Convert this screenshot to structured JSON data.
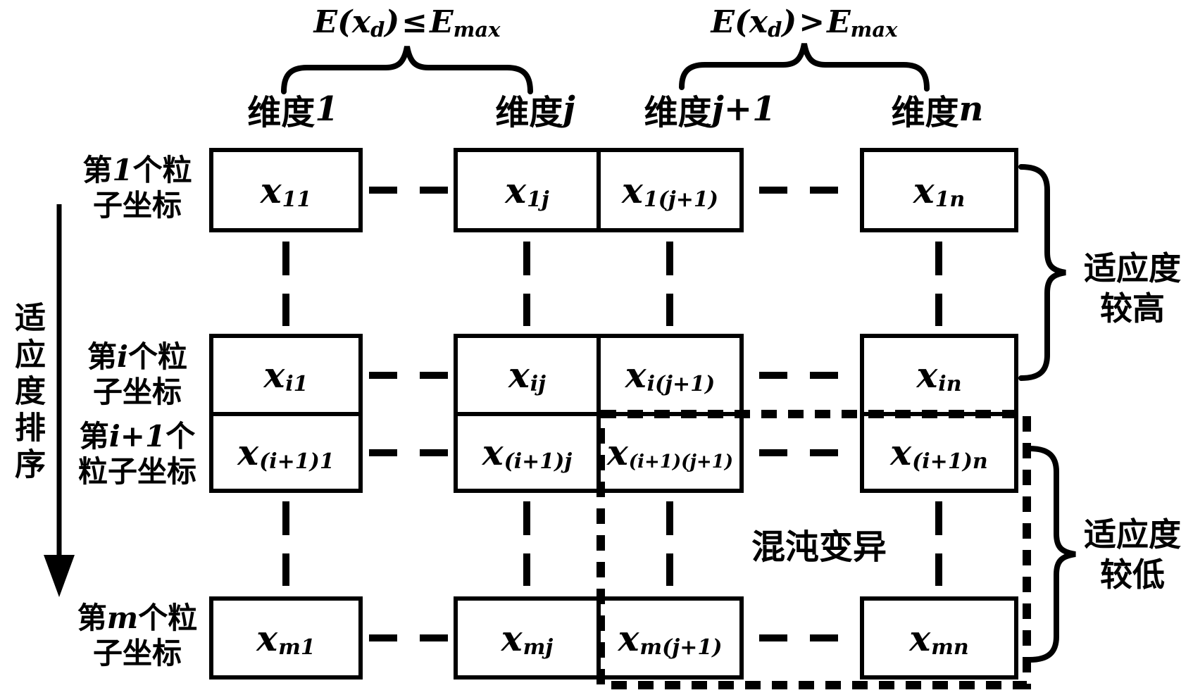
{
  "figure": {
    "background": "#ffffff",
    "ink": "#000000",
    "top_conditions": {
      "left": {
        "lhs": "E(x",
        "lhs_sub": "d",
        "rp": ")",
        "rel": "≤",
        "rhs": "E",
        "rhs_sub": "max"
      },
      "right": {
        "lhs": "E(x",
        "lhs_sub": "d",
        "rp": ")",
        "rel": ">",
        "rhs": "E",
        "rhs_sub": "max"
      }
    },
    "column_headers": [
      {
        "pre": "维度",
        "var": "1"
      },
      {
        "pre": "维度",
        "var": "j"
      },
      {
        "pre": "维度",
        "var": "j+1"
      },
      {
        "pre": "维度",
        "var": "n"
      }
    ],
    "row_labels": [
      {
        "pre": "第",
        "var": "1",
        "post": "个粒",
        "line2": "子坐标"
      },
      {
        "pre": "第",
        "var": "i",
        "post": "个粒",
        "line2": "子坐标"
      },
      {
        "pre": "第",
        "var": "i+1",
        "post": "个",
        "line2": "粒子坐标"
      },
      {
        "pre": "第",
        "var": "m",
        "post": "个粒",
        "line2": "子坐标"
      }
    ],
    "sort_axis_label": "适应度排序",
    "cells": {
      "row1": [
        {
          "base": "x",
          "sub": "11"
        },
        {
          "base": "x",
          "sub": "1j"
        },
        {
          "base": "x",
          "sub": "1(j+1)"
        },
        {
          "base": "x",
          "sub": "1n"
        }
      ],
      "rowi": [
        {
          "base": "x",
          "sub": "i1"
        },
        {
          "base": "x",
          "sub": "ij"
        },
        {
          "base": "x",
          "sub": "i(j+1)"
        },
        {
          "base": "x",
          "sub": "in"
        }
      ],
      "rowi1": [
        {
          "base": "x",
          "sub": "(i+1)1"
        },
        {
          "base": "x",
          "sub": "(i+1)j"
        },
        {
          "base": "x",
          "sub": "(i+1)(j+1)"
        },
        {
          "base": "x",
          "sub": "(i+1)n"
        }
      ],
      "rowm": [
        {
          "base": "x",
          "sub": "m1"
        },
        {
          "base": "x",
          "sub": "mj"
        },
        {
          "base": "x",
          "sub": "m(j+1)"
        },
        {
          "base": "x",
          "sub": "mn"
        }
      ]
    },
    "braces": {
      "fitness_high": {
        "line1": "适应度",
        "line2": "较高"
      },
      "fitness_low": {
        "line1": "适应度",
        "line2": "较低"
      }
    },
    "chaos_label": "混沌变异"
  }
}
